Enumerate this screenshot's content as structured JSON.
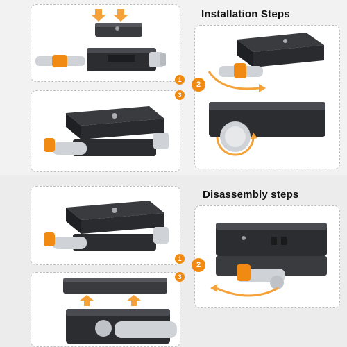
{
  "sections": {
    "installation": {
      "title": "Installation Steps",
      "steps": [
        "1",
        "2",
        "3"
      ]
    },
    "disassembly": {
      "title": "Disassembly steps",
      "steps": [
        "1",
        "2",
        "3"
      ]
    }
  },
  "colors": {
    "accent": "#f08a12",
    "metal": "#2c2d30",
    "silver": "#cfd2d6",
    "arrow": "#f5a23a"
  },
  "icons": [
    "down-arrow-icon",
    "curved-arrow-icon",
    "rotate-arrow-icon",
    "up-arrow-icon"
  ]
}
